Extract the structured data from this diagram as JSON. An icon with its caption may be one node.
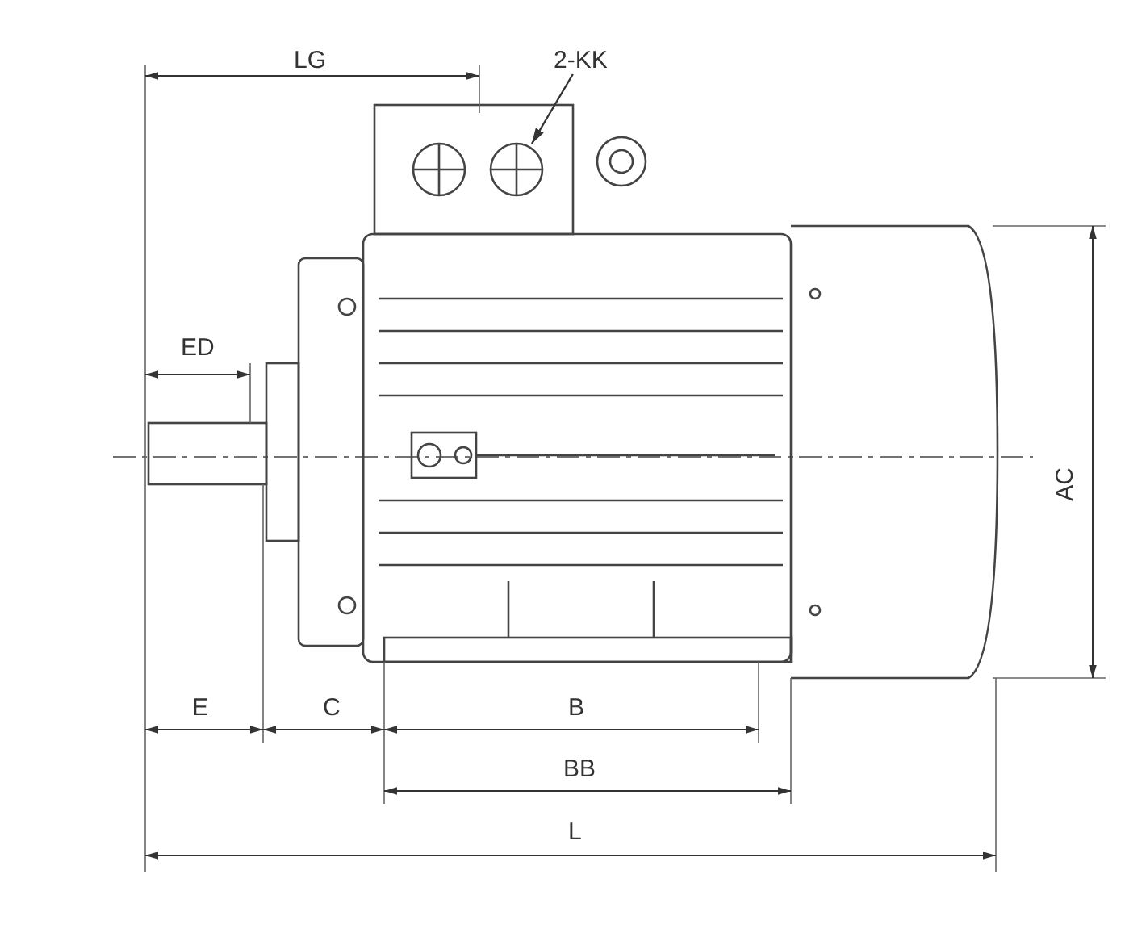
{
  "diagram": {
    "nodes": [
      {
        "text": [
          "2-KK"
        ]
      },
      {
        "text": [],
        "shape": "circle"
      }
    ],
    "edges": [
      {
        "from": 0,
        "to": 1,
        "arrow": "to"
      }
    ],
    "labels": [
      "LG",
      "ED",
      "AC",
      "E",
      "C",
      "B",
      "BB",
      "L"
    ]
  }
}
